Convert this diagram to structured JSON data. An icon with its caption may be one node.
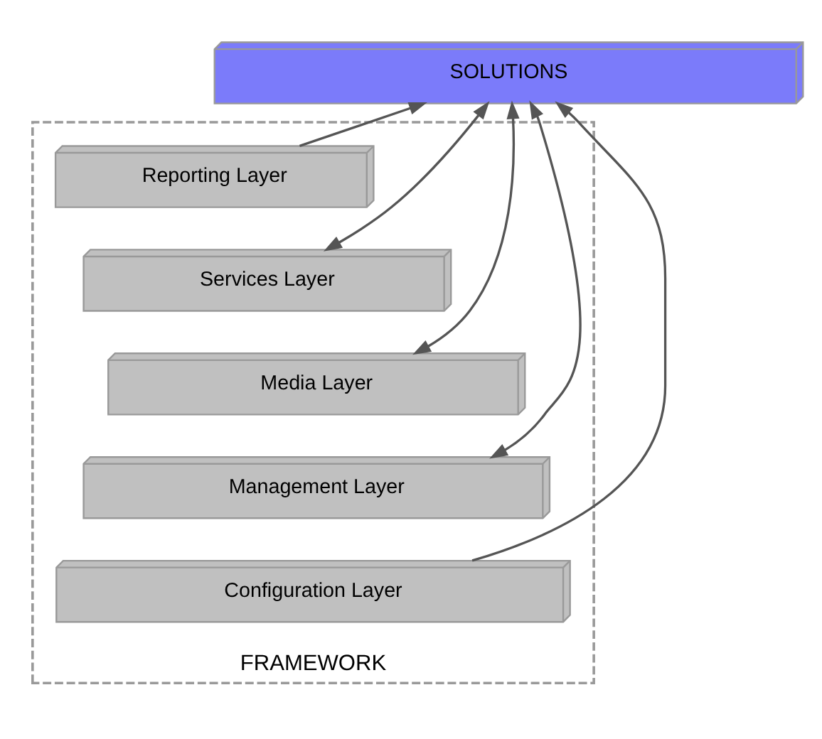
{
  "diagram": {
    "nodes": [
      {
        "text": [
          "SOLUTIONS"
        ]
      },
      {
        "text": [
          "FRAMEWORK"
        ]
      },
      {
        "text": [
          "Reporting Layer"
        ],
        "in": 1
      },
      {
        "text": [
          "Services Layer"
        ],
        "in": 1
      },
      {
        "text": [
          "Media Layer"
        ],
        "in": 1
      },
      {
        "text": [
          "Management Layer"
        ],
        "in": 1
      },
      {
        "text": [
          "Configuration Layer"
        ],
        "in": 1
      }
    ],
    "edges": [
      {
        "from": 6,
        "to": 0,
        "arrow": "to"
      },
      {
        "from": 5,
        "to": 0,
        "arrow": "both"
      },
      {
        "from": 4,
        "to": 0,
        "arrow": "both"
      },
      {
        "from": 3,
        "to": 0,
        "arrow": "both"
      },
      {
        "from": 2,
        "to": 0,
        "arrow": "to"
      }
    ]
  }
}
